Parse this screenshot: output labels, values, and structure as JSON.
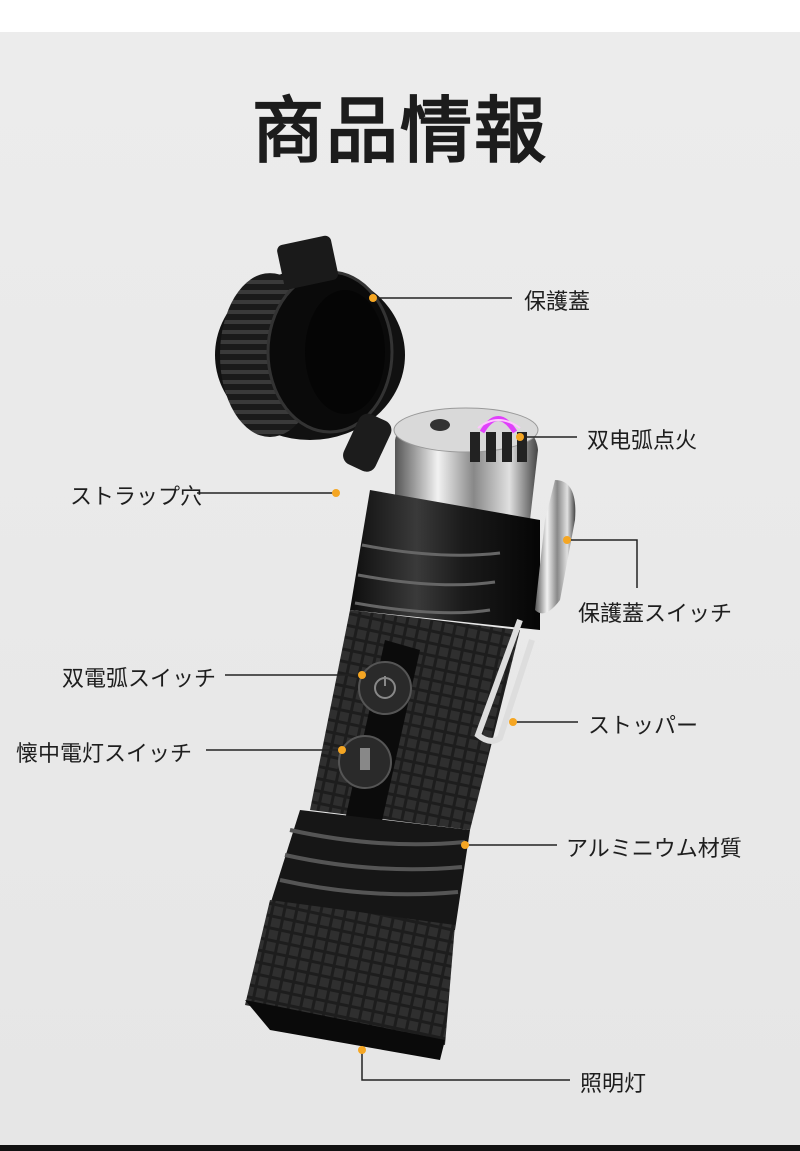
{
  "title": "商品情報",
  "labels": {
    "protective_cover": "保護蓋",
    "dual_arc_ignition": "双电弧点火",
    "strap_hole": "ストラップ穴",
    "cover_switch": "保護蓋スイッチ",
    "dual_arc_switch": "双電弧スイッチ",
    "flashlight_switch": "懐中電灯スイッチ",
    "stopper": "ストッパー",
    "aluminium_material": "アルミニウム材質",
    "lighting": "照明灯"
  },
  "colors": {
    "background": "#e9e9e9",
    "callout_dot": "#f5a623",
    "arc": "#e040fb",
    "body": "#1a1a1a"
  }
}
